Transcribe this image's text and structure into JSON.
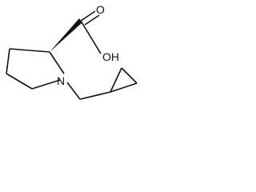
{
  "molecule": {
    "atom_labels": {
      "carbonyl_oxygen": "O",
      "hydroxyl": "OH",
      "nitrogen": "N"
    },
    "stroke_color": "#111111",
    "background_color": "#ffffff"
  }
}
